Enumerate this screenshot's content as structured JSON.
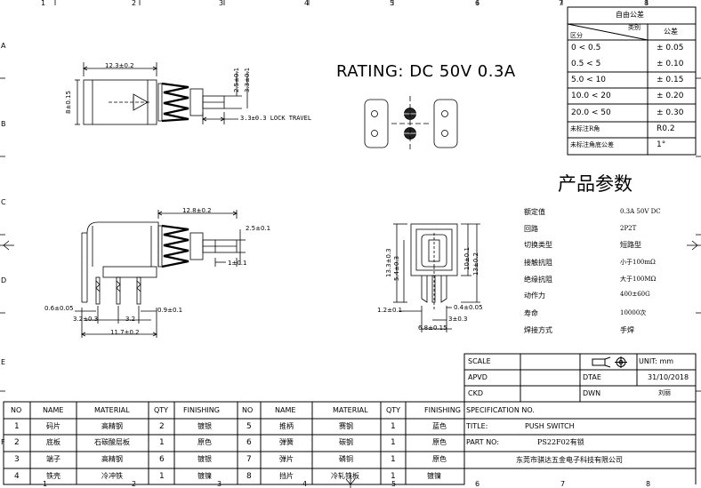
{
  "rating": "RATING: DC  50V  0.3A",
  "zone_letters": {
    "a": "A",
    "b": "B",
    "c": "C",
    "d": "D",
    "e": "E",
    "f": "F"
  },
  "zone_numbers": [
    "1",
    "2",
    "3",
    "4",
    "5",
    "6",
    "7",
    "8"
  ],
  "dims_top": {
    "width": "12.3±0.2",
    "height": "8±0.15",
    "d1": "2.5±0.1",
    "d2": "3.3±0.1",
    "travel": "3.3±0.3  LOCK  TRAVEL"
  },
  "dims_side": {
    "width": "12.8±0.2",
    "d1": "2.5±0.1",
    "d2": "1±0.1",
    "pin_w": "0.6±0.05",
    "pitch1": "3.2±0.3",
    "pitch2": "3.2",
    "pin_t": "0.9±0.1",
    "total": "11.7±0.2"
  },
  "dims_front": {
    "h1": "13.3±0.3",
    "h2": "5.4±0.3",
    "h3": "10±0.1",
    "h4": "13±0.2",
    "pin_l": "1.2±0.1",
    "pin_w": "0.4±0.05",
    "pitch": "3±0.3",
    "width": "6.8±0.15"
  },
  "tolerance": {
    "title": "自由公差",
    "col_category": "类别",
    "col_range": "区分",
    "col_tol": "公差",
    "rows": [
      {
        "range": "0   < 0.5",
        "tol": "± 0.05"
      },
      {
        "range": "0.5   < 5",
        "tol": "± 0.10"
      },
      {
        "range": "5.0   < 10",
        "tol": "± 0.15"
      },
      {
        "range": "10.0  < 20",
        "tol": "± 0.20"
      },
      {
        "range": "20.0  < 50",
        "tol": "± 0.30"
      },
      {
        "range": "未标注R角",
        "tol": "R0.2"
      },
      {
        "range": "未标注角底公差",
        "tol": "1°"
      }
    ]
  },
  "params": {
    "title": "产品参数",
    "rows": [
      {
        "label": "额定值",
        "value": "0.3A  50V  DC"
      },
      {
        "label": "回路",
        "value": "2P2T"
      },
      {
        "label": "切换类型",
        "value": "短路型"
      },
      {
        "label": "接触抗阻",
        "value": "小于100mΩ"
      },
      {
        "label": "绝缘抗阻",
        "value": "大于100MΩ"
      },
      {
        "label": "动作力",
        "value": "400±60G"
      },
      {
        "label": "寿命",
        "value": "10000次"
      },
      {
        "label": "焊接方式",
        "value": "手焊"
      }
    ]
  },
  "title_block": {
    "scale": "SCALE",
    "unit": "UNIT: mm",
    "apvd": "APVD",
    "date_label": "DTAE",
    "date": "31/10/2018",
    "ckd": "CKD",
    "dwn": "DWN",
    "dwn_name": "刘丽",
    "spec": "SPECIFICATION NO.",
    "title_label": "TITLE:",
    "title": "PUSH  SWITCH",
    "part_label": "PART NO:",
    "part": "PS22F02有锁",
    "company": "东莞市骐达五金电子科技有限公司"
  },
  "bom": {
    "headers": [
      "NO",
      "NAME",
      "MATERIAL",
      "QTY",
      "FINISHING"
    ],
    "left": [
      {
        "no": "1",
        "name": "码片",
        "material": "高精钢",
        "qty": "2",
        "finishing": "镀银"
      },
      {
        "no": "2",
        "name": "底板",
        "material": "石碳酸层板",
        "qty": "1",
        "finishing": "原色"
      },
      {
        "no": "3",
        "name": "端子",
        "material": "高精钢",
        "qty": "6",
        "finishing": "镀银"
      },
      {
        "no": "4",
        "name": "铁壳",
        "material": "冷冲铁",
        "qty": "1",
        "finishing": "镀镍"
      }
    ],
    "right": [
      {
        "no": "5",
        "name": "推柄",
        "material": "赛钢",
        "qty": "1",
        "finishing": "蓝色"
      },
      {
        "no": "6",
        "name": "弹簧",
        "material": "碳钢",
        "qty": "1",
        "finishing": "原色"
      },
      {
        "no": "7",
        "name": "弹片",
        "material": "磷铜",
        "qty": "1",
        "finishing": "原色"
      },
      {
        "no": "8",
        "name": "挡片",
        "material": "冷轧铁板",
        "qty": "1",
        "finishing": "镀镍"
      }
    ]
  }
}
